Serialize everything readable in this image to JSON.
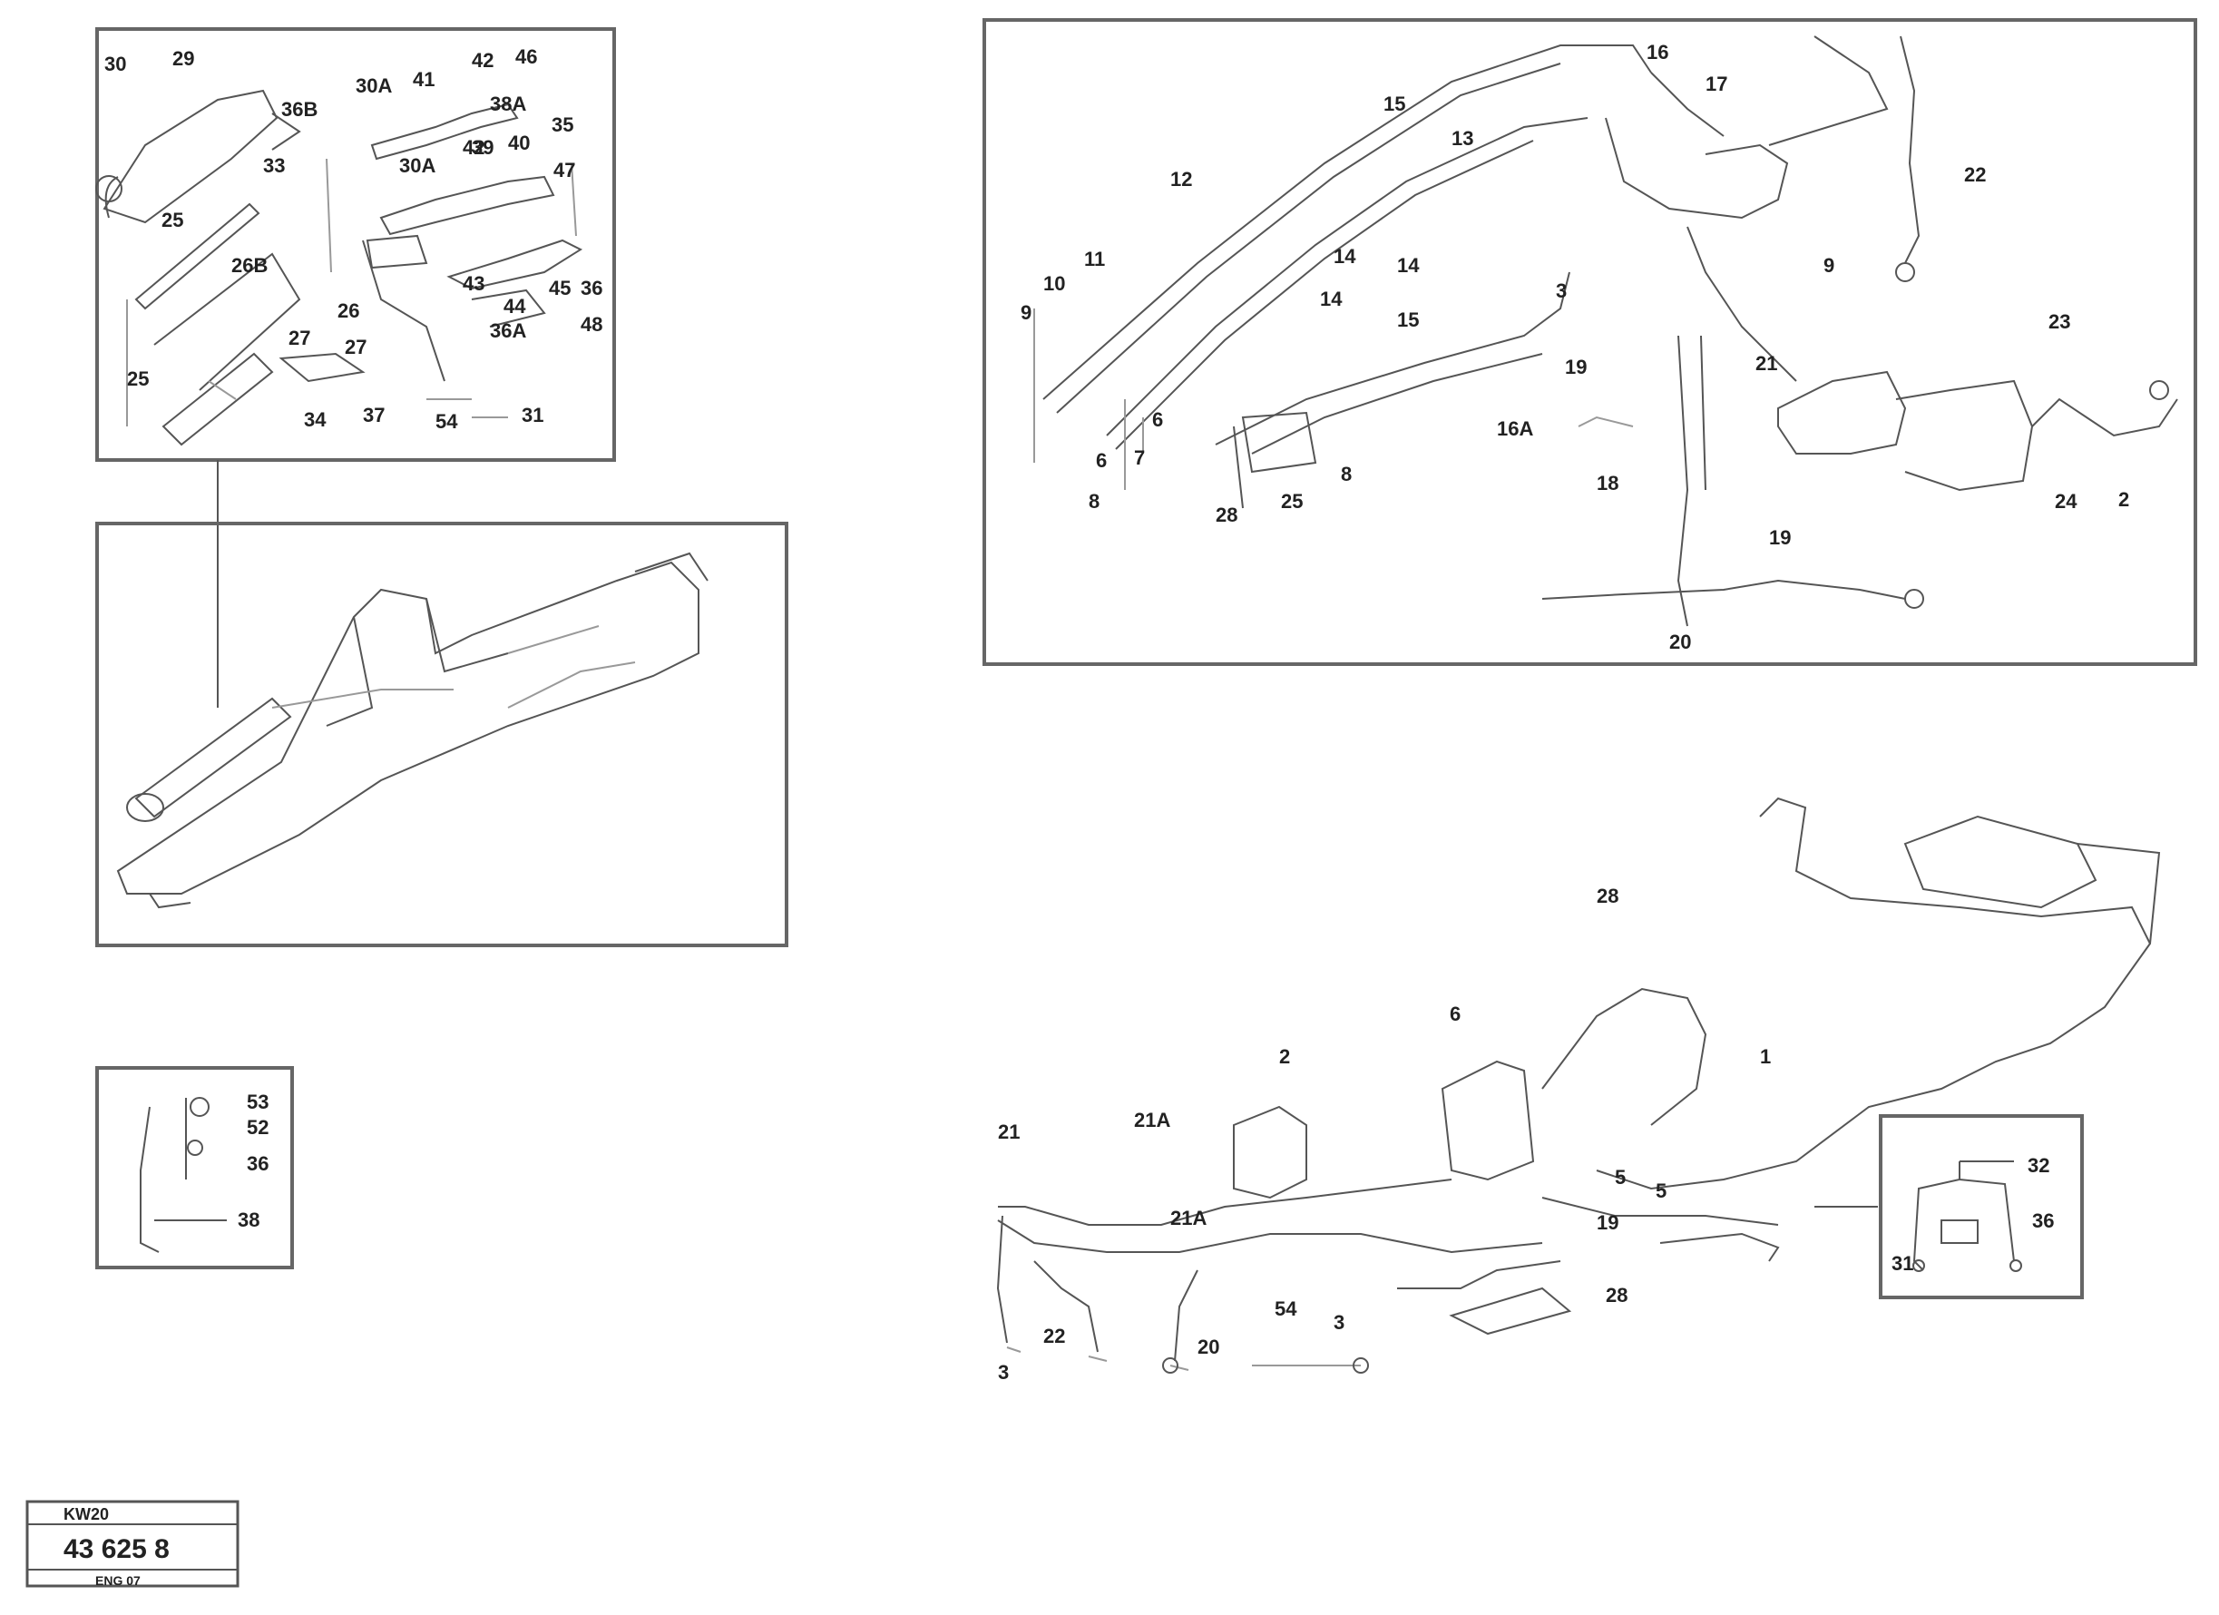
{
  "callouts": {
    "p1": [
      "30",
      "29",
      "36B",
      "33",
      "30A",
      "41",
      "42",
      "46",
      "38A",
      "35",
      "39",
      "25",
      "30A",
      "42",
      "40",
      "47",
      "26B",
      "43",
      "45",
      "44",
      "36",
      "26",
      "27",
      "48",
      "36A",
      "25",
      "27",
      "34",
      "37",
      "54",
      "31"
    ],
    "p3": [
      "53",
      "52",
      "36",
      "38"
    ],
    "p4": [
      "15",
      "13",
      "16",
      "12",
      "17",
      "22",
      "11",
      "10",
      "9",
      "14",
      "14",
      "15",
      "14",
      "3",
      "9",
      "16A",
      "18",
      "19",
      "20",
      "19",
      "21",
      "28",
      "25",
      "8",
      "8",
      "6",
      "7",
      "6",
      "23",
      "24",
      "2"
    ],
    "p5": [
      "28",
      "6",
      "1",
      "21",
      "21A",
      "2",
      "5",
      "5",
      "19",
      "21A",
      "3",
      "22",
      "20",
      "3",
      "54",
      "28",
      "32",
      "36",
      "31"
    ]
  },
  "stamp": {
    "top": "KW20",
    "code": "43 625 8",
    "bottom": "ENG 07"
  }
}
